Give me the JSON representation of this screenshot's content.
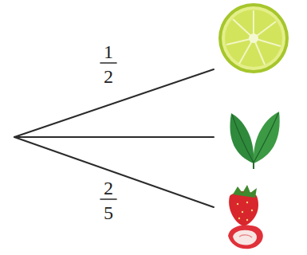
{
  "diagram": {
    "labels": [
      "1",
      "2",
      "2",
      "5"
    ]
  }
}
